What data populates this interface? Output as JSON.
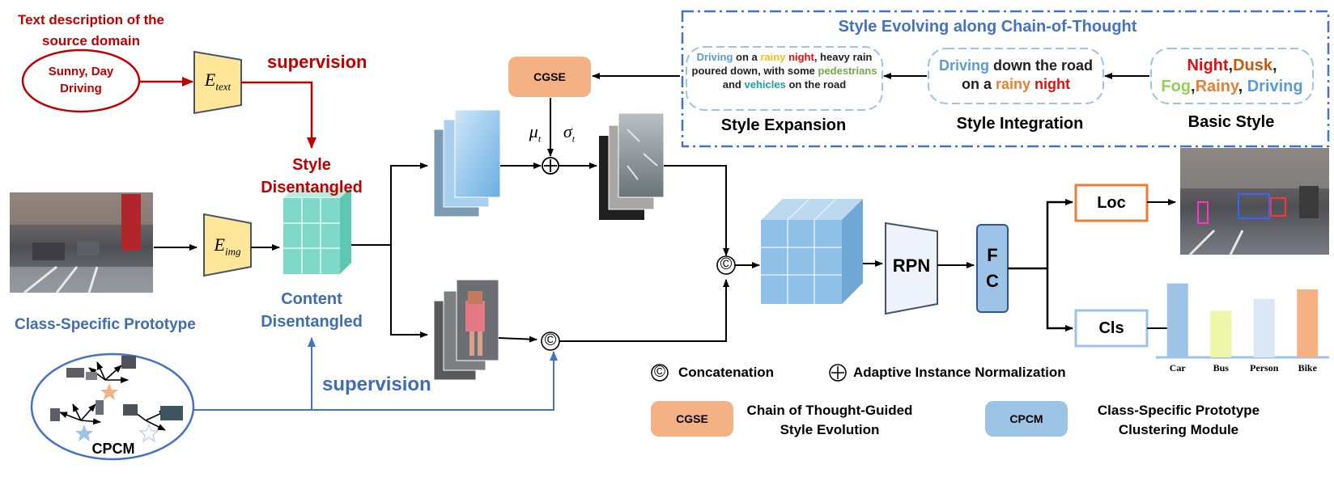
{
  "source_domain": {
    "title": "Text description of the source domain",
    "ellipse_label": "Sunny, Day Driving",
    "encoder_text_base": "E",
    "encoder_text_sub": "text",
    "supervision_label": "supervision",
    "style_disentangled": "Style Disentangled"
  },
  "image_branch": {
    "encoder_img_base": "E",
    "encoder_img_sub": "img",
    "content_disentangled": "Content Disentangled"
  },
  "prototype": {
    "title": "Class-Specific Prototype",
    "cpcm_label": "CPCM",
    "supervision_label": "supervision"
  },
  "cot_panel": {
    "title": "Style Evolving along Chain-of-Thought",
    "expansion": {
      "caption": "Style Expansion",
      "words": [
        {
          "t": "Driving",
          "c": "#5b9bd5"
        },
        {
          "t": " on a ",
          "c": "#222222"
        },
        {
          "t": "rainy",
          "c": "#f0c020"
        },
        {
          "t": " ",
          "c": "#222222"
        },
        {
          "t": "night",
          "c": "#e01010"
        },
        {
          "t": ", heavy rain poured down, with some ",
          "c": "#222222"
        },
        {
          "t": "pedestrians",
          "c": "#70ad47"
        },
        {
          "t": " and ",
          "c": "#222222"
        },
        {
          "t": "vehicles",
          "c": "#1aa3a3"
        },
        {
          "t": " on the road",
          "c": "#222222"
        }
      ]
    },
    "integration": {
      "caption": "Style Integration",
      "words": [
        {
          "t": "Driving",
          "c": "#5b9bd5"
        },
        {
          "t": " down the road on a ",
          "c": "#222222"
        },
        {
          "t": "rainy",
          "c": "#ed7d31"
        },
        {
          "t": " ",
          "c": "#222222"
        },
        {
          "t": "night",
          "c": "#e01010"
        }
      ]
    },
    "basic": {
      "caption": "Basic Style",
      "words": [
        {
          "t": "Night",
          "c": "#e01010"
        },
        {
          "t": ",",
          "c": "#222222"
        },
        {
          "t": "Dusk",
          "c": "#c55a11"
        },
        {
          "t": ", ",
          "c": "#222222"
        },
        {
          "t": "Fog",
          "c": "#92d050"
        },
        {
          "t": ",",
          "c": "#222222"
        },
        {
          "t": "Rainy",
          "c": "#ed7d31"
        },
        {
          "t": ", ",
          "c": "#222222"
        },
        {
          "t": "Driving",
          "c": "#5b9bd5"
        }
      ]
    }
  },
  "cgse_box": "CGSE",
  "mu": "μ",
  "mu_sub": "t",
  "sigma": "σ",
  "sigma_sub": "t",
  "concat_symbol": "©",
  "adain_symbol": "⊕",
  "rpn": "RPN",
  "fc_line1": "F",
  "fc_line2": "C",
  "loc": "Loc",
  "cls": "Cls",
  "legend": {
    "concat_text": "Concatenation",
    "adain_text": "Adaptive Instance Normalization",
    "cgse_tag": "CGSE",
    "cgse_desc": "Chain of Thought-Guided Style Evolution",
    "cpcm_tag": "CPCM",
    "cpcm_desc": "Class-Specific Prototype Clustering Module"
  },
  "chart_data": {
    "type": "bar",
    "categories": [
      "Car",
      "Bus",
      "Person",
      "Bike"
    ],
    "values": [
      1.0,
      0.63,
      0.79,
      0.92
    ],
    "colors": [
      "#9dc3e6",
      "#eef7a9",
      "#dbe7f5",
      "#f4b183"
    ],
    "ylim": [
      0,
      1.05
    ]
  },
  "colors": {
    "red": "#c00000",
    "blue": "#3f6db0",
    "cgse": "#f4b183",
    "cpcm": "#9dc3e6",
    "encoder": "#ffe699",
    "cube_teal": "#7fd9c8",
    "cube_blue": "#8fc1e8"
  }
}
